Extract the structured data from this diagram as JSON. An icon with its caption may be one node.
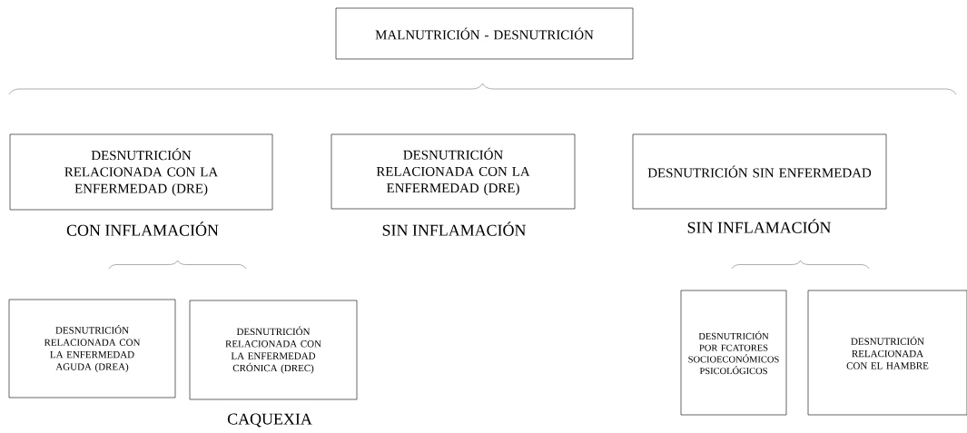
{
  "diagram": {
    "nodes": [
      {
        "text": [
          "MALNUTRICIÓN - DESNUTRICIÓN"
        ]
      },
      {
        "text": [
          "DESNUTRICIÓN RELACIONADA CON LA ENFERMEDAD (DRE)"
        ],
        "beside": [
          "CON INFLAMACIÓN"
        ]
      },
      {
        "text": [
          "DESNUTRICIÓN RELACIONADA CON LA ENFERMEDAD (DRE)"
        ],
        "beside": [
          "SIN INFLAMACIÓN"
        ]
      },
      {
        "text": [
          "DESNUTRICIÓN SIN ENFERMEDAD"
        ],
        "beside": [
          "SIN INFLAMACIÓN"
        ]
      },
      {
        "text": [
          "DESNUTRICIÓN RELACIONADA CON LA ENFERMEDAD AGUDA (DREA)"
        ]
      },
      {
        "text": [
          "DESNUTRICIÓN RELACIONADA CON LA ENFERMEDAD CRÓNICA (DREC)"
        ],
        "beside": [
          "CAQUEXIA"
        ]
      },
      {
        "text": [
          "DESNUTRICIÓN POR FCATORES SOCIOECONÓMICOS PSICOLÓGICOS"
        ]
      },
      {
        "text": [
          "DESNUTRICIÓN RELACIONADA CON EL HAMBRE"
        ]
      }
    ]
  }
}
